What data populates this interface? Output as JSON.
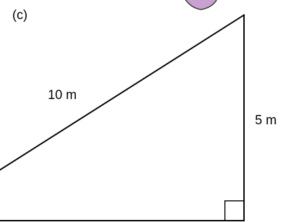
{
  "figure": {
    "part_label": "(c)",
    "hypotenuse_label": "10 m",
    "vertical_side_label": "5 m"
  },
  "colors": {
    "stroke": "#000000",
    "blob_fill": "#c9a0cf",
    "blob_stroke": "#3a3a3a",
    "background": "#ffffff"
  }
}
